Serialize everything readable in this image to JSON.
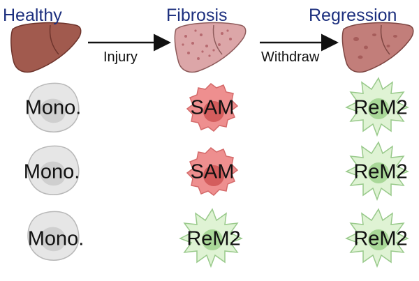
{
  "stages": {
    "healthy": "Healthy",
    "fibrosis": "Fibrosis",
    "regression": "Regression"
  },
  "arrows": {
    "injury": "Injury",
    "withdraw": "Withdraw"
  },
  "cells": {
    "healthy": [
      "Mono.",
      "Mono.",
      "Mono."
    ],
    "fibrosis": [
      "SAM",
      "SAM",
      "ReM2"
    ],
    "regression": [
      "ReM2",
      "ReM2",
      "ReM2"
    ]
  },
  "colors": {
    "title": "#1c2f7e",
    "liver_healthy": "#a15a4e",
    "liver_fibrosis": "#dca6a8",
    "liver_regression": "#c27e7a",
    "mono_fill": "#e6e6e6",
    "sam_fill": "#ee8f8f",
    "rem2_fill": "#dff3d4"
  }
}
